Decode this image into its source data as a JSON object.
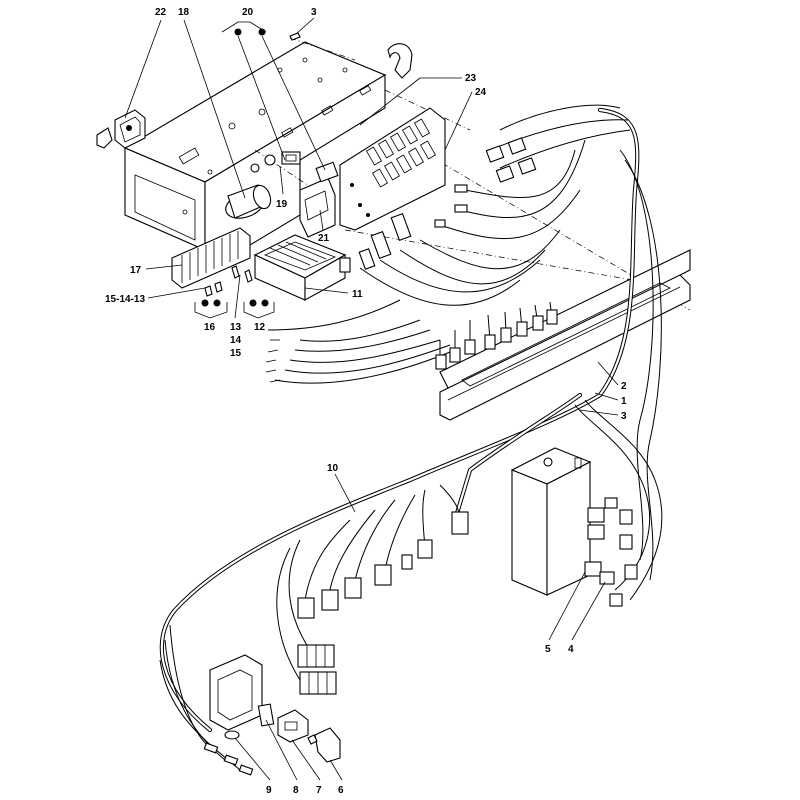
{
  "callouts": {
    "c22": "22",
    "c18": "18",
    "c20": "20",
    "c3a": "3",
    "c23": "23",
    "c24": "24",
    "c19": "19",
    "c21": "21",
    "c17": "17",
    "c151413": "15-14-13",
    "c11": "11",
    "c16": "16",
    "c13": "13",
    "c14": "14",
    "c15": "15",
    "c12": "12",
    "c2": "2",
    "c1": "1",
    "c3b": "3",
    "c10": "10",
    "c5": "5",
    "c4": "4",
    "c9": "9",
    "c8": "8",
    "c7": "7",
    "c6": "6"
  }
}
